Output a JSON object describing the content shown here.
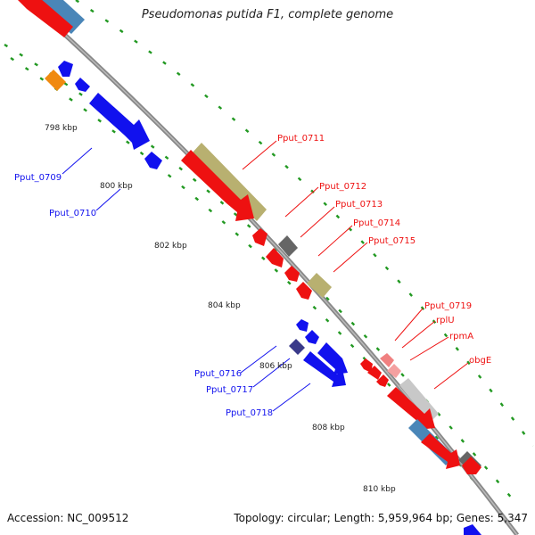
{
  "title": "Pseudomonas putida F1, complete genome",
  "footer": {
    "accession": "Accession: NC_009512",
    "summary": "Topology: circular; Length: 5,959,964 bp; Genes: 5,347"
  },
  "ticks": [
    "798 kbp",
    "800 kbp",
    "802 kbp",
    "804 kbp",
    "806 kbp",
    "808 kbp",
    "810 kbp"
  ],
  "gene_labels": {
    "Pput_0709": "Pput_0709",
    "Pput_0710": "Pput_0710",
    "Pput_0711": "Pput_0711",
    "Pput_0712": "Pput_0712",
    "Pput_0713": "Pput_0713",
    "Pput_0714": "Pput_0714",
    "Pput_0715": "Pput_0715",
    "Pput_0716": "Pput_0716",
    "Pput_0717": "Pput_0717",
    "Pput_0718": "Pput_0718",
    "Pput_0719": "Pput_0719",
    "rplU": "rplU",
    "rpmA": "rpmA",
    "obgE": "obgE"
  },
  "colors": {
    "red": "#ee1111",
    "blue": "#1111ee",
    "olive": "#b8b070",
    "gray": "#666666",
    "steelblue": "#4a86b8",
    "lightgray": "#c8c8c8",
    "pink": "#f08080",
    "orange": "#f08a10",
    "navy": "#3a3a8a",
    "green": "#229922",
    "backbone": "#888888"
  }
}
